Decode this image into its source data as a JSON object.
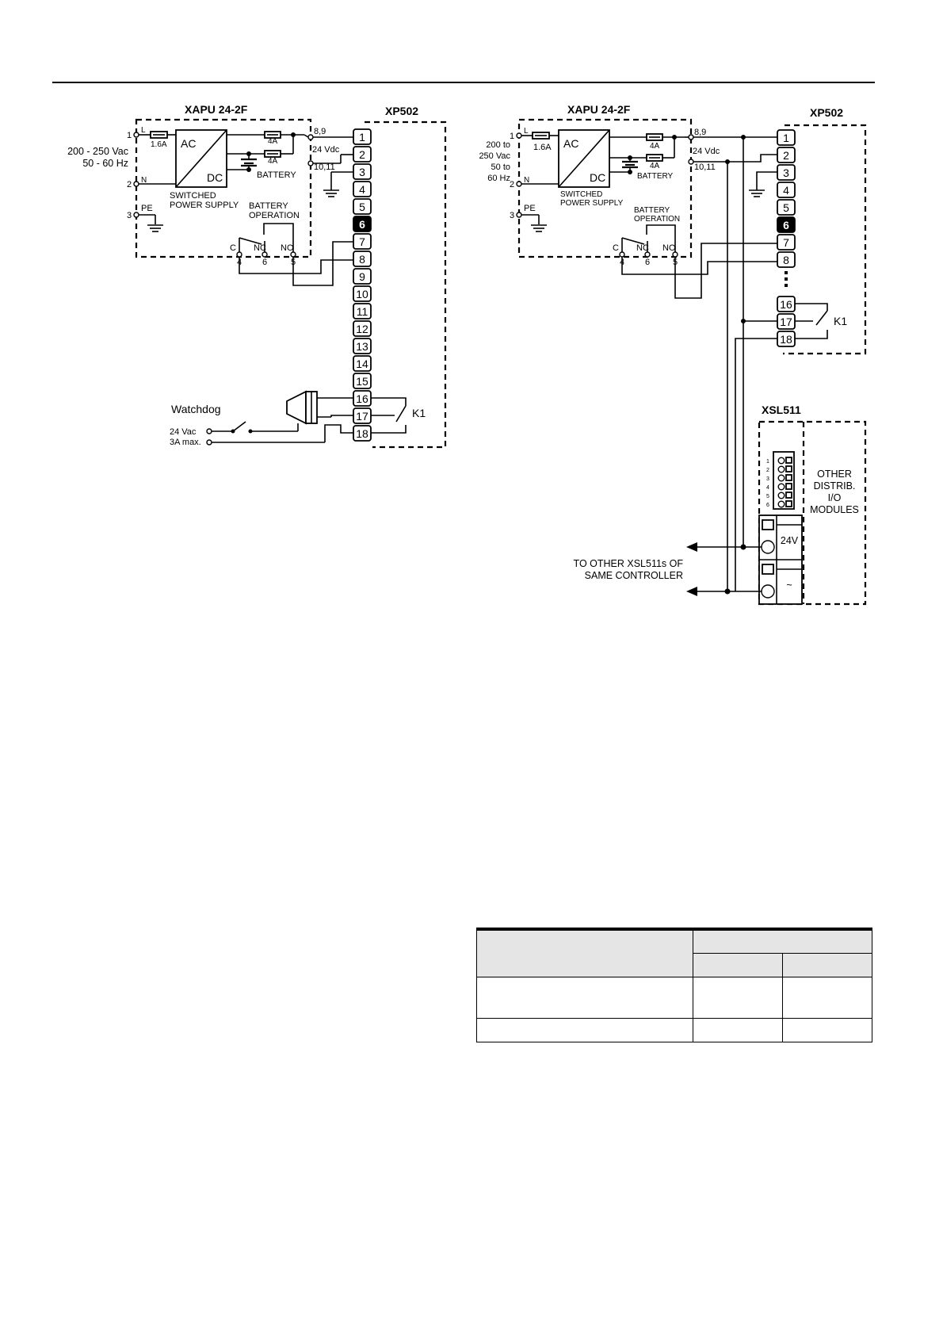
{
  "left_diagram": {
    "psu_title": "XAPU 24-2F",
    "controller_title": "XP502",
    "input_voltage": "200 - 250 Vac",
    "input_freq": "50 - 60 Hz",
    "pin_1": "1",
    "pin_2": "2",
    "pin_3": "3",
    "label_L": "L",
    "label_N": "N",
    "label_PE": "PE",
    "fuse_in": "1.6A",
    "fuse_a": "4A",
    "fuse_b": "4A",
    "ac": "AC",
    "dc": "DC",
    "switched_1": "SWITCHED",
    "switched_2": "POWER SUPPLY",
    "battery": "BATTERY",
    "batt_op_1": "BATTERY",
    "batt_op_2": "OPERATION",
    "out_89": "8,9",
    "out_24": "24 Vdc",
    "out_1011": "10,11",
    "relay_c": "C",
    "relay_nc": "NC",
    "relay_no": "NO",
    "relay_4": "4",
    "relay_6": "6",
    "relay_5": "5",
    "terminals": [
      "1",
      "2",
      "3",
      "4",
      "5",
      "6",
      "7",
      "8",
      "9",
      "10",
      "11",
      "12",
      "13",
      "14",
      "15",
      "16",
      "17",
      "18"
    ],
    "watchdog": "Watchdog",
    "wd_volt": "24 Vac",
    "wd_amp": "3A max.",
    "k1": "K1"
  },
  "right_diagram": {
    "psu_title": "XAPU 24-2F",
    "controller_title": "XP502",
    "input_line1": "200 to",
    "input_line2": "250 Vac",
    "input_line3": "50 to",
    "input_line4": "60 Hz",
    "pin_1": "1",
    "pin_2": "2",
    "pin_3": "3",
    "label_L": "L",
    "label_N": "N",
    "label_PE": "PE",
    "fuse_in": "1.6A",
    "fuse_a": "4A",
    "fuse_b": "4A",
    "ac": "AC",
    "dc": "DC",
    "switched_1": "SWITCHED",
    "switched_2": "POWER SUPPLY",
    "battery": "BATTERY",
    "batt_op_1": "BATTERY",
    "batt_op_2": "OPERATION",
    "out_89": "8,9",
    "out_24": "24 Vdc",
    "out_1011": "10,11",
    "relay_c": "C",
    "relay_nc": "NC",
    "relay_no": "NO",
    "relay_4": "4",
    "relay_6": "6",
    "relay_5": "5",
    "terminals_top": [
      "1",
      "2",
      "3",
      "4",
      "5",
      "6",
      "7",
      "8"
    ],
    "terminals_bottom": [
      "16",
      "17",
      "18"
    ],
    "k1": "K1",
    "xsl_title": "XSL511",
    "xsl_pins": [
      "1",
      "2",
      "3",
      "4",
      "5",
      "6"
    ],
    "xsl_24v": "24V",
    "xsl_tilde": "~",
    "other_1": "OTHER",
    "other_2": "DISTRIB.",
    "other_3": "I/O",
    "other_4": "MODULES",
    "to_other_1": "TO OTHER XSL511s OF",
    "to_other_2": "SAME CONTROLLER"
  }
}
